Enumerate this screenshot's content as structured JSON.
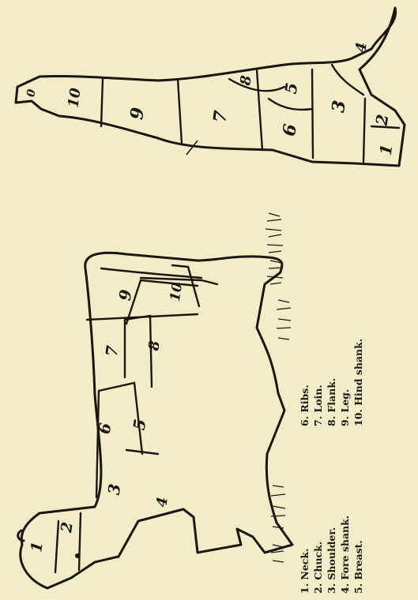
{
  "cuts": [
    {
      "number": "1",
      "name": "Neck."
    },
    {
      "number": "2",
      "name": "Chuck."
    },
    {
      "number": "3",
      "name": "Shoulder."
    },
    {
      "number": "4",
      "name": "Fore shank."
    },
    {
      "number": "5",
      "name": "Breast."
    },
    {
      "number": "6",
      "name": "Ribs."
    },
    {
      "number": "7",
      "name": "Loin."
    },
    {
      "number": "8",
      "name": "Flank."
    },
    {
      "number": "9",
      "name": "Leg."
    },
    {
      "number": "10",
      "name": "Hind shank."
    }
  ],
  "legend": {
    "left_column": [
      "1. Neck.",
      "2. Chuck.",
      "3. Shoulder.",
      "4. Fore shank.",
      "5. Breast."
    ],
    "right_column": [
      "6. Ribs.",
      "7. Loin.",
      "8. Flank.",
      "9. Leg.",
      "10. Hind shank."
    ]
  },
  "carcass_extra_label": "0",
  "colors": {
    "paper": "#f3ecc8",
    "ink": "#1a1610"
  }
}
